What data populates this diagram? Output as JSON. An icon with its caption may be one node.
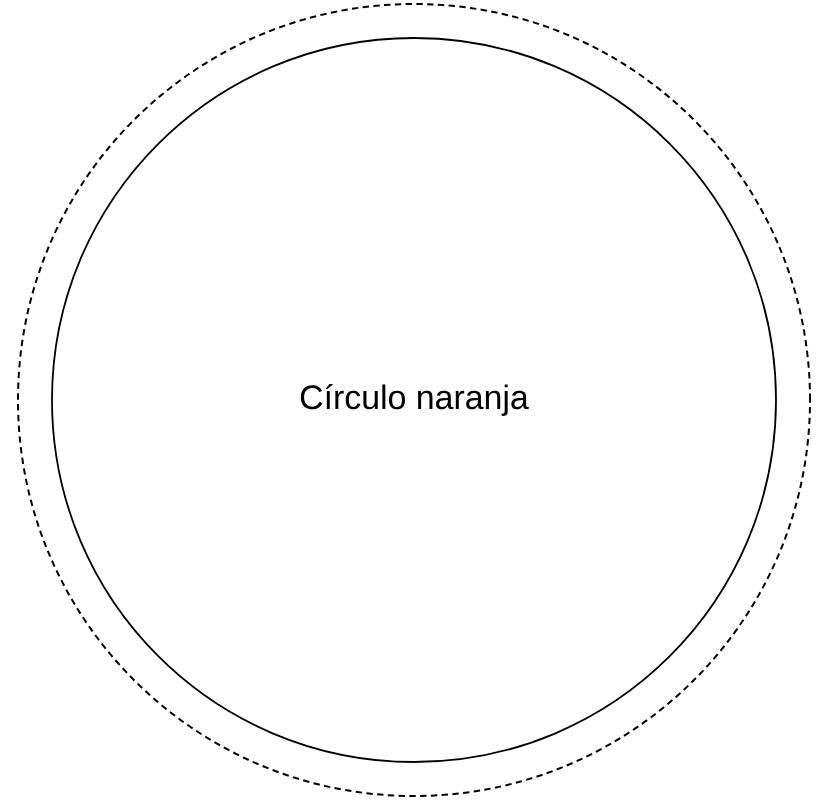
{
  "diagram": {
    "nodes": [
      {
        "text": [],
        "shape": "circle"
      },
      {
        "text": [
          "Círculo naranja"
        ],
        "in": 0
      }
    ]
  }
}
